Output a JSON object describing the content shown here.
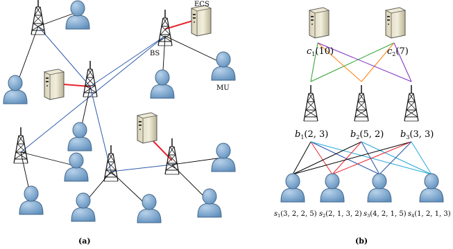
{
  "panel_a": {
    "caption": "(a)",
    "labels": {
      "ecs": "ECS",
      "bs": "BS",
      "mu": "MU"
    },
    "tower_icon": "cell-tower-icon",
    "server_icon": "server-icon",
    "user_icon": "user-icon"
  },
  "panel_b": {
    "caption": "(b)",
    "servers": [
      {
        "name": "c",
        "sub": "1",
        "params": "(10)"
      },
      {
        "name": "c",
        "sub": "2",
        "params": "(7)"
      }
    ],
    "base_stations": [
      {
        "name": "b",
        "sub": "1",
        "params": "(2, 3)"
      },
      {
        "name": "b",
        "sub": "2",
        "params": "(5, 2)"
      },
      {
        "name": "b",
        "sub": "3",
        "params": "(3, 3)"
      }
    ],
    "users": [
      {
        "name": "s",
        "sub": "1",
        "params": "(3, 2, 2, 5)"
      },
      {
        "name": "s",
        "sub": "2",
        "params": "(2, 1, 3, 2)"
      },
      {
        "name": "s",
        "sub": "3",
        "params": "(4, 2, 1, 5)"
      },
      {
        "name": "s",
        "sub": "4",
        "params": "(1, 2, 1, 3)"
      }
    ],
    "server_link_colors": [
      "#2ca02c",
      "#ff7f0e",
      "#ff7f0e",
      "#7b2fbe"
    ],
    "user_link_colors": [
      "#000000",
      "#e8232e",
      "#1f4fa8",
      "#1fa8d8"
    ]
  },
  "colors": {
    "backhaul": "#2e5aa8",
    "access": "#000000",
    "server_link": "#e8232e",
    "user_fill": "#7fa9d0",
    "user_stroke": "#44678a"
  }
}
